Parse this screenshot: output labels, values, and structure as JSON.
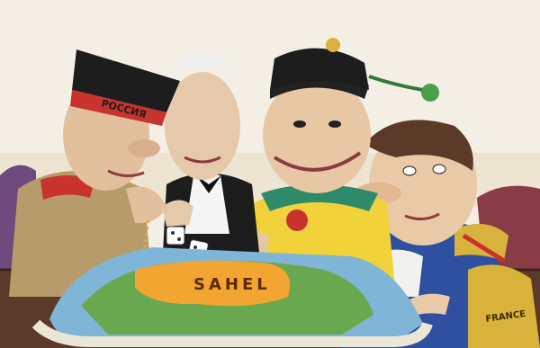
{
  "labels": {
    "cap_text": "РОССИЯ",
    "map_text": "SAHEL",
    "shoulder_text": "FRANCE"
  },
  "colors": {
    "background": "#f4efe4",
    "table_wood": "#5b3a2a",
    "map_land": "#6aa84f",
    "map_water": "#7fb6d8",
    "sahel_orange": "#f2a531",
    "cap_red": "#c8332d",
    "uniform_khaki": "#b89b6b",
    "robe_yellow": "#f1d23a",
    "french_blue": "#2f4fa0",
    "gold": "#d8b23a"
  }
}
